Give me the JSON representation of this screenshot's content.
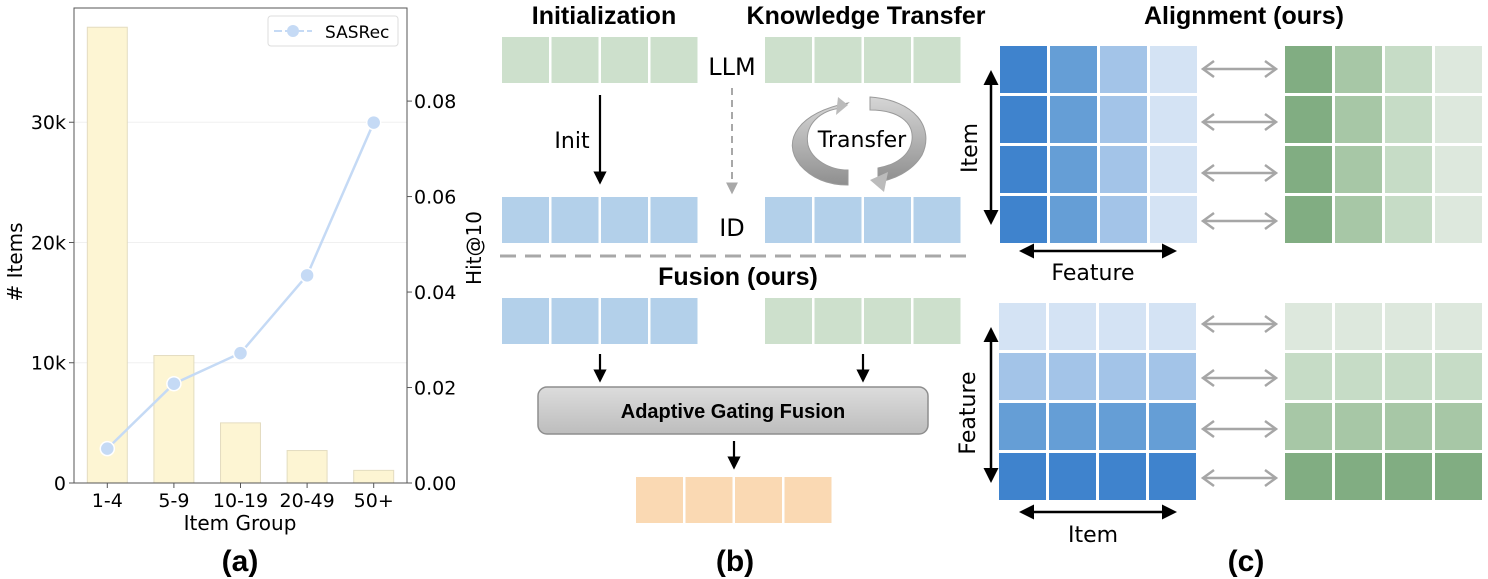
{
  "chart_data": {
    "type": "bar",
    "panel_label": "(a)",
    "title": "",
    "xlabel": "Item Group",
    "ylabel": "# Items",
    "y2label": "Hit@10",
    "categories": [
      "1-4",
      "5-9",
      "10-19",
      "20-49",
      "50+"
    ],
    "series": [
      {
        "name": "# Items",
        "type": "bar",
        "axis": "left",
        "values": [
          37900,
          10600,
          5000,
          2700,
          1050
        ],
        "color": "#fdf5d3"
      },
      {
        "name": "SASRec",
        "type": "line",
        "axis": "right",
        "values": [
          0.0072,
          0.0208,
          0.0272,
          0.0435,
          0.0755
        ],
        "color": "#c5daf5"
      }
    ],
    "ylim": [
      0,
      39500
    ],
    "y2lim": [
      0,
      0.0995
    ],
    "yticks": [
      0,
      10000,
      20000,
      30000
    ],
    "ytick_labels": [
      "0",
      "10k",
      "20k",
      "30k"
    ],
    "y2ticks": [
      0,
      0.02,
      0.04,
      0.06,
      0.08
    ],
    "y2tick_labels": [
      "0.00",
      "0.02",
      "0.04",
      "0.06",
      "0.08"
    ],
    "legend": {
      "entries": [
        "SASRec"
      ],
      "placement": "top-right"
    },
    "grid": true
  },
  "diagram_b": {
    "panel_label": "(b)",
    "titles": {
      "init": "Initialization",
      "transfer": "Knowledge Transfer",
      "fusion": "Fusion (ours)"
    },
    "labels": {
      "llm": "LLM",
      "id": "ID",
      "init": "Init",
      "transfer": "Transfer",
      "gate": "Adaptive Gating Fusion"
    },
    "colors": {
      "llm": "#cde0cc",
      "id": "#b3d0ea",
      "fused": "#fad9b3",
      "gate": "#cfcfcf"
    }
  },
  "diagram_c": {
    "panel_label": "(c)",
    "title": "Alignment (ours)",
    "top": {
      "vertical_axis": "Item",
      "horizontal_axis": "Feature"
    },
    "bottom": {
      "vertical_axis": "Feature",
      "horizontal_axis": "Item"
    },
    "blue_shades": [
      "#3f83cd",
      "#659ed6",
      "#a3c4e8",
      "#d4e3f4"
    ],
    "green_shades": [
      "#81ad82",
      "#a7c7a6",
      "#c6dcc6",
      "#dde8dd"
    ]
  }
}
